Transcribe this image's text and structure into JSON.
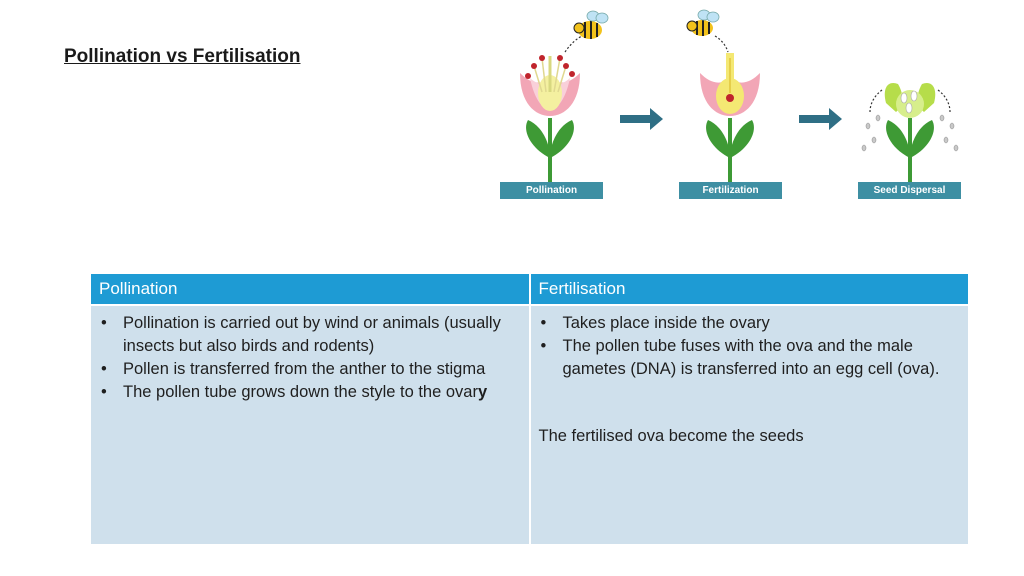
{
  "title": "Pollination vs Fertilisation",
  "diagram": {
    "stages": [
      {
        "label": "Pollination"
      },
      {
        "label": "Fertilization"
      },
      {
        "label": "Seed Dispersal"
      }
    ],
    "colors": {
      "petal": "#f2a6b6",
      "leaf": "#3e9a35",
      "label_bg": "#3e8fa3",
      "arrow": "#2f6f85"
    }
  },
  "table": {
    "colors": {
      "header": "#1e9bd4",
      "cell": "#cfe0ec"
    },
    "pollination": {
      "header": "Pollination",
      "bullets": [
        "Pollination is carried out by wind or animals (usually insects but also birds and rodents)",
        "Pollen is transferred from the anther to the stigma"
      ],
      "bullet3_main": "The pollen tube grows down the style to the ovar",
      "bullet3_bold": "y"
    },
    "fertilisation": {
      "header": "Fertilisation",
      "bullets": [
        "Takes place inside the ovary",
        "The pollen tube fuses with the ova and the male gametes (DNA) is transferred into an egg cell (ova)."
      ],
      "note": "The fertilised ova become the seeds"
    }
  }
}
